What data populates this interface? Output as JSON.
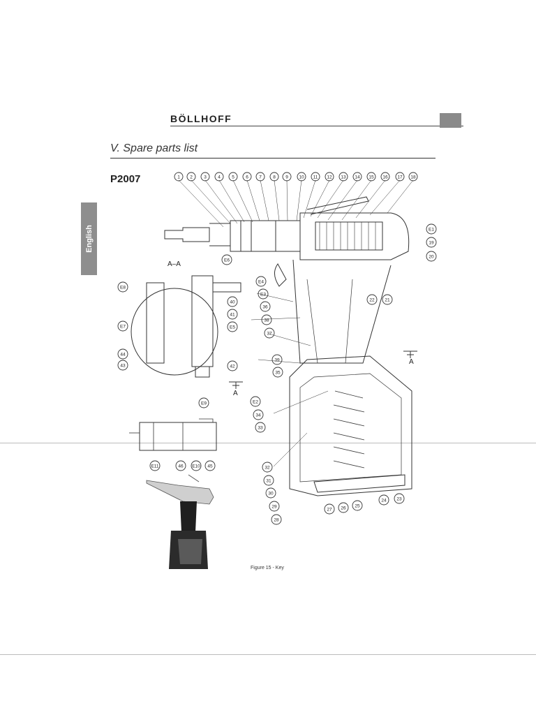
{
  "header": {
    "brand": "BÖLLHOFF"
  },
  "section_title": "V. Spare parts list",
  "model": "P2007",
  "language_tab": "English",
  "callouts_top": [
    "1",
    "2",
    "3",
    "4",
    "5",
    "6",
    "7",
    "8",
    "9",
    "10",
    "11",
    "12",
    "13",
    "14",
    "15",
    "16",
    "17",
    "18"
  ],
  "callouts_right": [
    "E1",
    "19",
    "20",
    "22",
    "21"
  ],
  "callouts_handle": [
    "E4",
    "E3",
    "36",
    "38",
    "37",
    "39",
    "35",
    "E2",
    "34",
    "33",
    "32",
    "31",
    "30",
    "29",
    "28",
    "27",
    "26",
    "25",
    "24",
    "23"
  ],
  "callouts_section": [
    "E6",
    "E8",
    "40",
    "41",
    "E5",
    "E7",
    "44",
    "43",
    "42"
  ],
  "callouts_valve": [
    "E9",
    "E11",
    "46",
    "E10",
    "45"
  ],
  "section_label": "A–A",
  "cut_label": "A",
  "figure_caption": "Figure 15 - Key"
}
